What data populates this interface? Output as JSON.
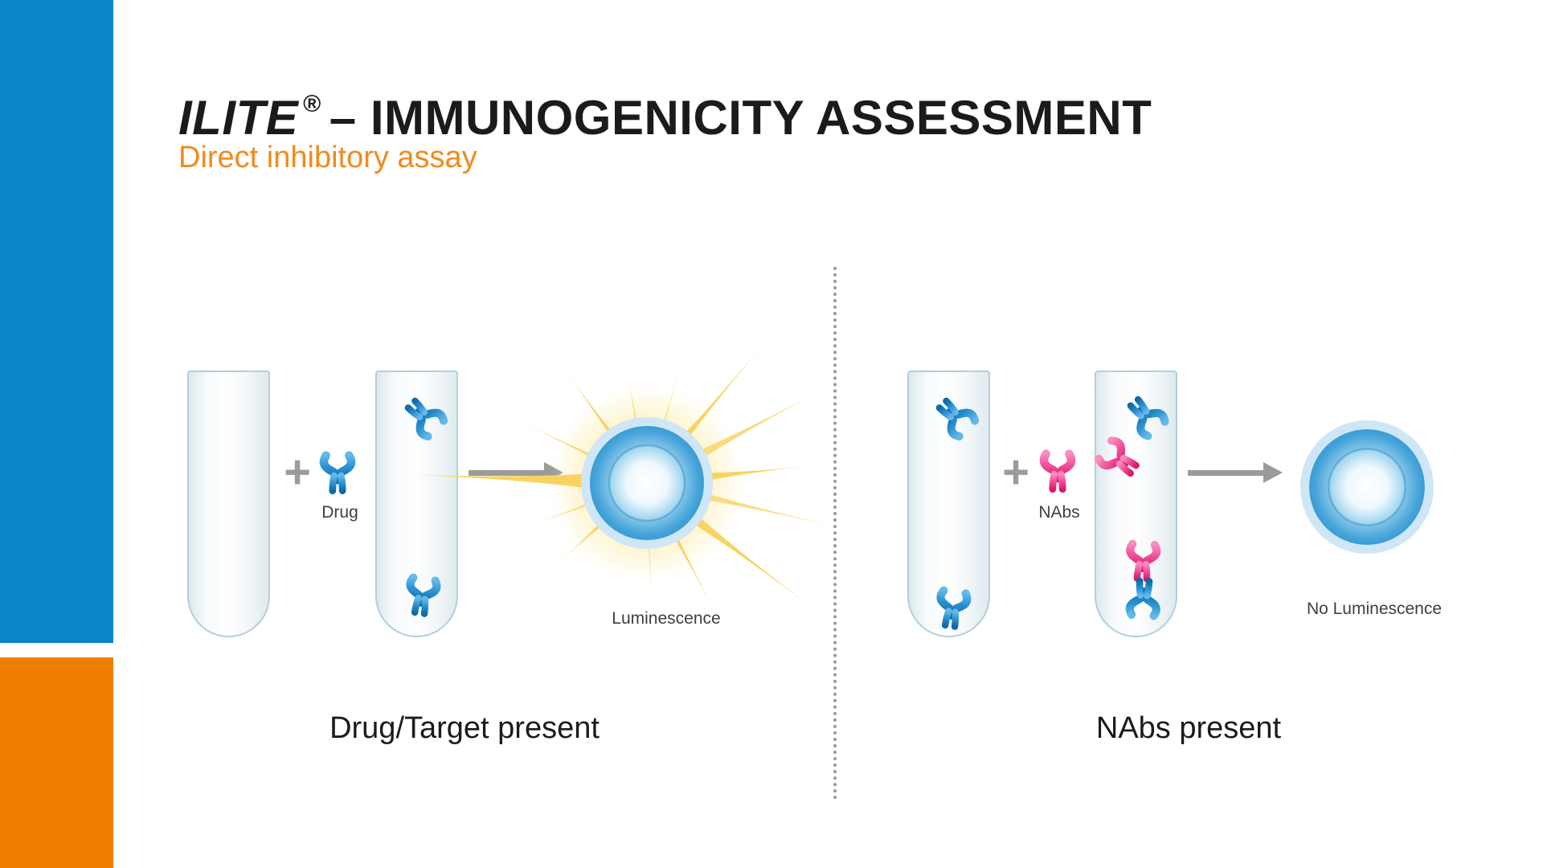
{
  "slide": {
    "title_brand": "ILITE",
    "title_reg": "®",
    "title_rest": "– IMMUNOGENICITY ASSESSMENT",
    "subtitle": "Direct inhibitory assay"
  },
  "left_panel": {
    "plus": "+",
    "drug_label": "Drug",
    "result_label": "Luminescence",
    "caption": "Drug/Target present"
  },
  "right_panel": {
    "plus": "+",
    "nabs_label": "NAbs",
    "result_label": "No Luminescence",
    "caption": "NAbs present"
  },
  "icons": {
    "antibody_blue": "blue antibody (drug/target)",
    "antibody_pink": "pink antibody (NAb)",
    "burst": "luminescence starburst",
    "cell": "reporter cell"
  },
  "colors": {
    "accent_blue": "#0886c8",
    "accent_orange": "#ee7d00",
    "subtitle_orange": "#f18a1d",
    "antibody_blue": "#2d94d3",
    "antibody_pink": "#f1519c",
    "gray_symbols": "#9b9b9b",
    "burst_yellow": "#f8d361"
  }
}
